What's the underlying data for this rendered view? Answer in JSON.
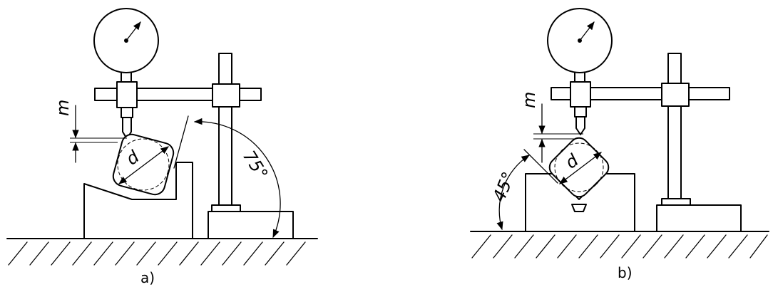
{
  "panel_a": {
    "caption": "a)",
    "dimension_label": "d",
    "offset_label": "m",
    "angle_label": "75°"
  },
  "panel_b": {
    "caption": "b)",
    "dimension_label": "d",
    "offset_label": "m",
    "angle_label": "45°"
  },
  "colors": {
    "line": "#000000",
    "background": "#ffffff"
  }
}
